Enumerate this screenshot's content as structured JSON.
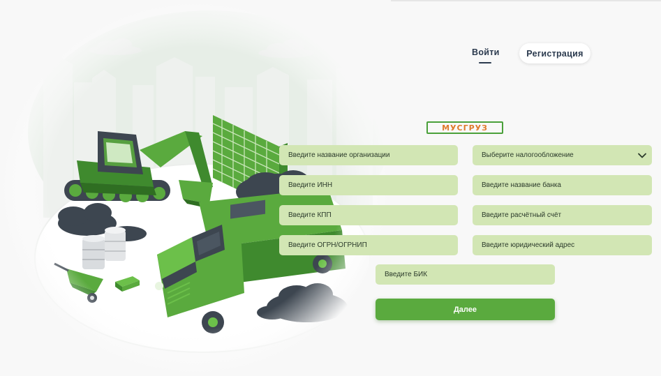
{
  "auth": {
    "login_tab": "Войти",
    "register_tab": "Регистрация"
  },
  "logo": {
    "text": "МУСГРУЗ"
  },
  "form": {
    "organization_name": {
      "placeholder": "Введите название организации"
    },
    "tax_system": {
      "value": "Выберите налогообложение"
    },
    "inn": {
      "placeholder": "Введите ИНН"
    },
    "bank_name": {
      "placeholder": "Введите название банка"
    },
    "kpp": {
      "placeholder": "Введите КПП"
    },
    "settlement_account": {
      "placeholder": "Введите расчётный счёт"
    },
    "ogrn": {
      "placeholder": "Введите ОГРН/ОГРНИП"
    },
    "legal_address": {
      "placeholder": "Введите юридический адрес"
    },
    "bik": {
      "placeholder": "Введите БИК"
    },
    "submit_label": "Далее"
  },
  "colors": {
    "accent_green": "#5aaa3e",
    "field_bg": "#d2e6b4",
    "text_dark": "#2b3a4e",
    "logo_orange": "#e07a2b"
  }
}
